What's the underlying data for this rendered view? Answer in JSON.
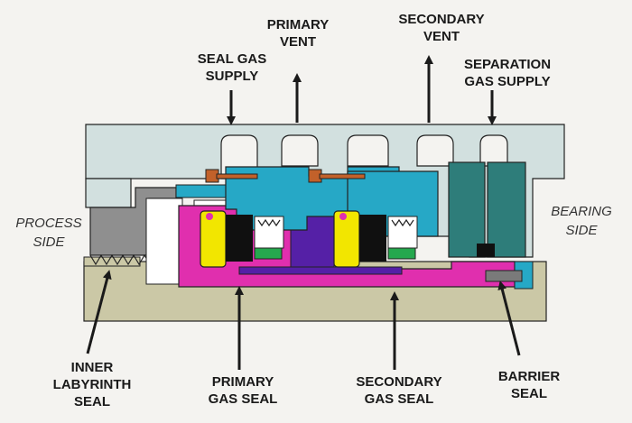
{
  "labels": {
    "seal_gas_supply": [
      "SEAL GAS",
      "SUPPLY"
    ],
    "primary_vent": [
      "PRIMARY",
      "VENT"
    ],
    "secondary_vent": [
      "SECONDARY",
      "VENT"
    ],
    "separation_gas_supply": [
      "SEPARATION",
      "GAS SUPPLY"
    ],
    "process_side": [
      "PROCESS",
      "SIDE"
    ],
    "bearing_side": [
      "BEARING",
      "SIDE"
    ],
    "inner_labyrinth_seal": [
      "INNER",
      "LABYRINTH",
      "SEAL"
    ],
    "primary_gas_seal": [
      "PRIMARY",
      "GAS SEAL"
    ],
    "secondary_gas_seal": [
      "SECONDARY",
      "GAS SEAL"
    ],
    "barrier_seal": [
      "BARRIER",
      "SEAL"
    ]
  },
  "colors": {
    "housing": "#d2e0df",
    "shaft": "#cbc8a6",
    "labyrinth": "#8f8f8f",
    "seal_cartridge": "#e02fae",
    "stationary_retainer": "#26a8c6",
    "seal_ring": "#f2e600",
    "spring": "#101010",
    "secondary_element": "#5520a6",
    "barrier_housing": "#2e7d7a",
    "o_ring": "#25a84e",
    "bolt": "#c2612a"
  }
}
